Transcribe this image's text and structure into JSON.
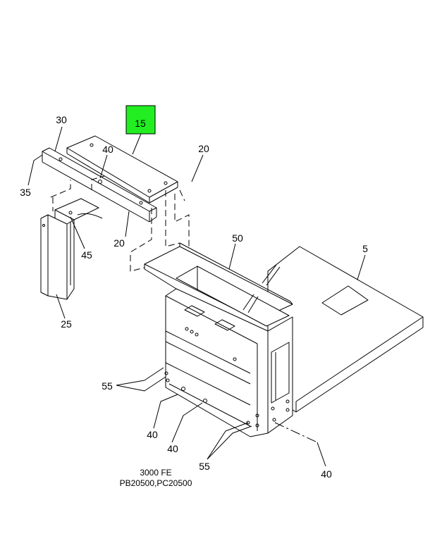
{
  "callouts": {
    "c5": "5",
    "c15": "15",
    "c20a": "20",
    "c20b": "20",
    "c25": "25",
    "c30": "30",
    "c35": "35",
    "c40a": "40",
    "c40b": "40",
    "c40c": "40",
    "c40d": "40",
    "c45": "45",
    "c50": "50",
    "c55a": "55",
    "c55b": "55"
  },
  "caption": {
    "line1": "3000 FE",
    "line2": "PB20500,PC20500"
  },
  "colors": {
    "highlight": "#22ee22",
    "line": "#000000",
    "background": "#ffffff"
  }
}
